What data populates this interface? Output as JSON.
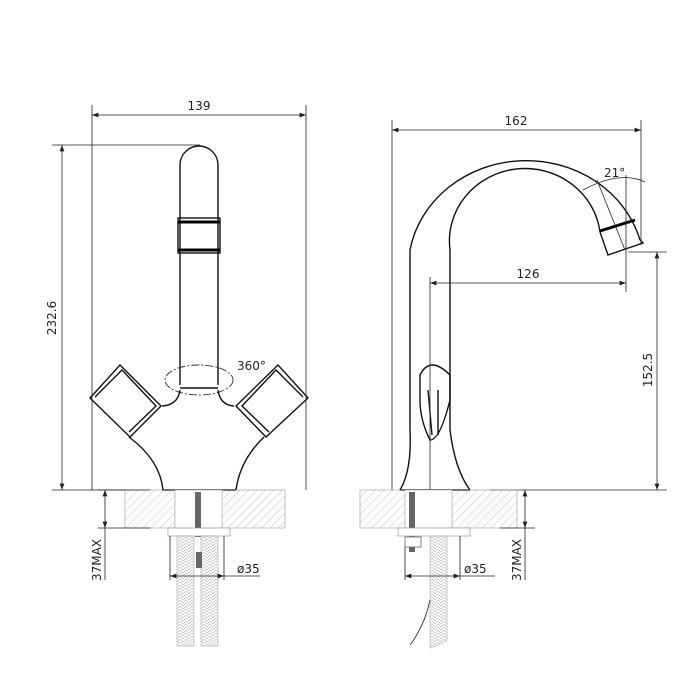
{
  "title": "Faucet dimension drawing",
  "front_view": {
    "width_label": "139",
    "height_label": "232.6",
    "rotation_label": "360°",
    "mount_depth_label": "37MAX",
    "hole_diameter_label": "ø35"
  },
  "side_view": {
    "width_label": "162",
    "angle_label": "21°",
    "reach_label": "126",
    "spout_height_label": "152.5",
    "mount_depth_label": "37MAX",
    "hole_diameter_label": "ø35"
  },
  "colors": {
    "line": "#111111",
    "hatch": "#999999"
  }
}
